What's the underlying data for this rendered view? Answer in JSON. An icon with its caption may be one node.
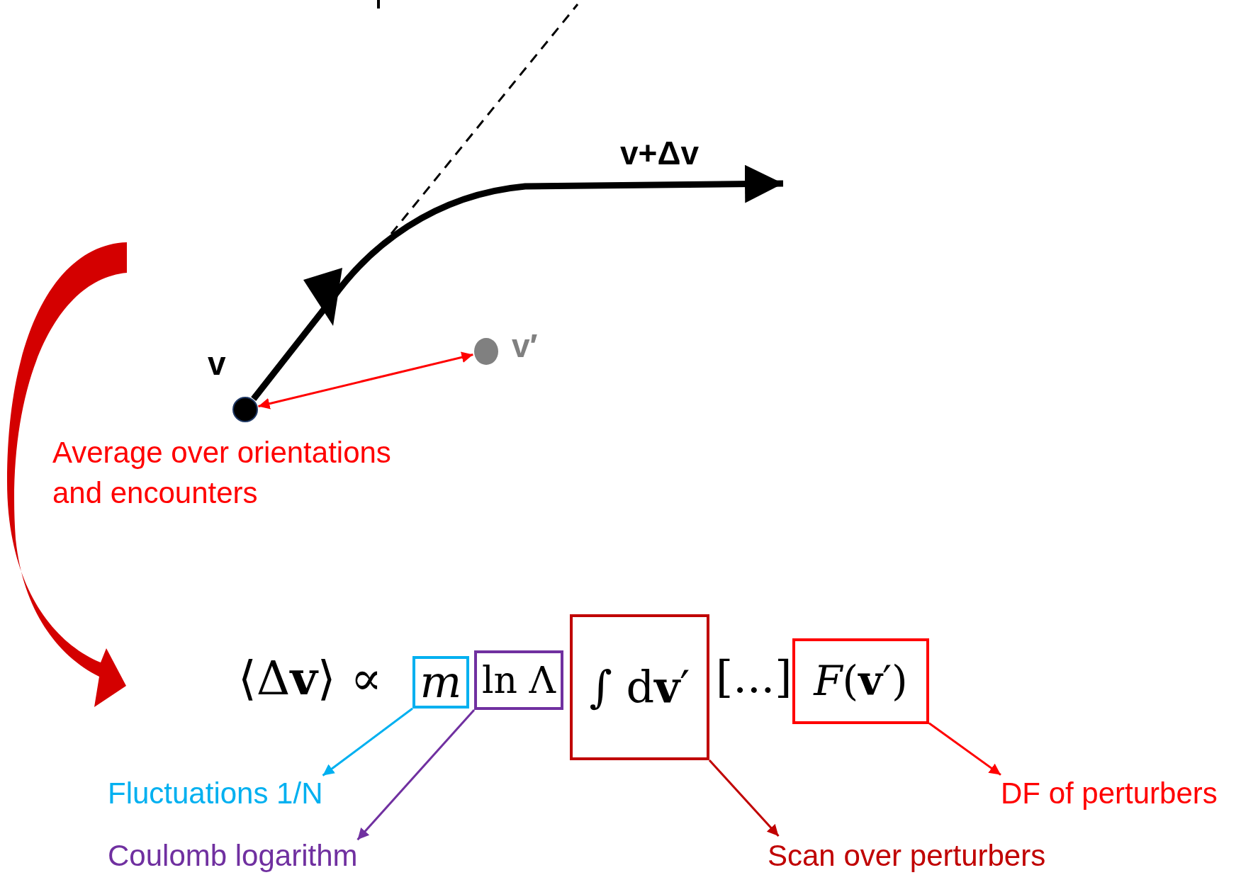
{
  "diagram": {
    "nodes": [
      {
        "text": [],
        "shape": "circle",
        "beside": [
          "v"
        ]
      },
      {
        "text": [],
        "shape": "circle",
        "beside": [
          "v′"
        ]
      },
      {
        "text": [
          "Average over orientations and encounters"
        ]
      },
      {
        "text": [
          "m"
        ]
      },
      {
        "text": [
          "ln Λ"
        ]
      },
      {
        "text": [
          "∫ d**v**′"
        ]
      },
      {
        "text": [
          "*F*(**v**′)"
        ]
      },
      {
        "text": [
          "Fluctuations 1/N"
        ]
      },
      {
        "text": [
          "Coulomb logarithm"
        ]
      },
      {
        "text": [
          "Scan over perturbers"
        ]
      },
      {
        "text": [
          "DF of perturbers"
        ]
      }
    ],
    "edges": [
      {
        "from": 0,
        "to": 1,
        "arrow": "both",
        "color": "#ff0000"
      },
      {
        "from": 0,
        "to": null,
        "arrow": "to",
        "label": "v+Δv",
        "style": "thick",
        "color": "#000000"
      },
      {
        "from": 3,
        "to": 7,
        "arrow": "to",
        "color": "#00b0f0"
      },
      {
        "from": 4,
        "to": 8,
        "arrow": "to",
        "color": "#7030a0"
      },
      {
        "from": 5,
        "to": 9,
        "arrow": "to",
        "color": "#c00000"
      },
      {
        "from": 6,
        "to": 10,
        "arrow": "to",
        "color": "#ff0000"
      }
    ],
    "labels": [
      "⟨Δ**v**⟩ ∝",
      "[...]"
    ]
  }
}
